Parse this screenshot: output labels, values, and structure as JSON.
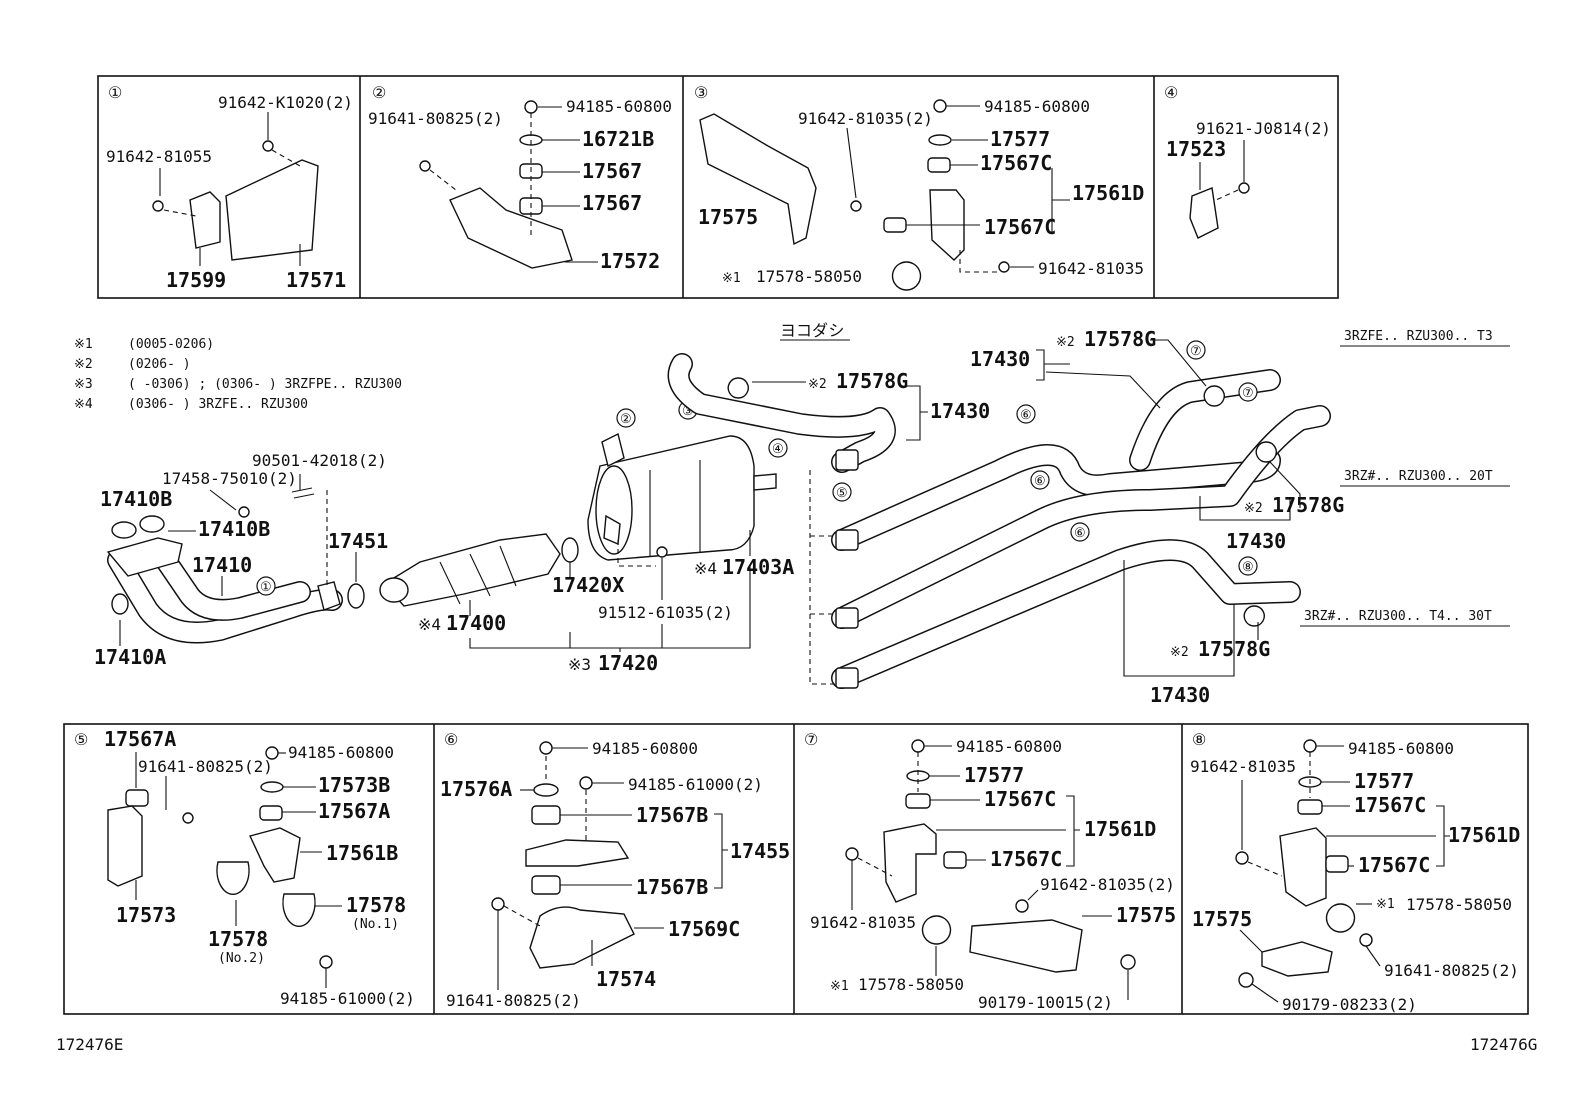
{
  "boxes": {
    "b1": {
      "num": "①",
      "labels": [
        "91642-K1020(2)",
        "91642-81055",
        "17599",
        "17571"
      ]
    },
    "b2": {
      "num": "②",
      "labels": [
        "91641-80825(2)",
        "94185-60800",
        "16721B",
        "17567",
        "17567",
        "17572"
      ]
    },
    "b3": {
      "num": "③",
      "labels": [
        "91642-81035(2)",
        "94185-60800",
        "17577",
        "17567C",
        "17561D",
        "17567C",
        "17575",
        "17578-58050",
        "91642-81035"
      ],
      "note": "※1"
    },
    "b4": {
      "num": "④",
      "labels": [
        "91621-J0814(2)",
        "17523"
      ]
    },
    "b5": {
      "num": "⑤",
      "labels": [
        "17567A",
        "94185-60800",
        "91641-80825(2)",
        "17573B",
        "17567A",
        "17561B",
        "17573",
        "17578",
        "(No.1)",
        "17578",
        "(No.2)",
        "94185-61000(2)"
      ]
    },
    "b6": {
      "num": "⑥",
      "labels": [
        "94185-60800",
        "17576A",
        "94185-61000(2)",
        "17567B",
        "17455",
        "17567B",
        "17569C",
        "17574",
        "91641-80825(2)"
      ]
    },
    "b7": {
      "num": "⑦",
      "labels": [
        "94185-60800",
        "17577",
        "17567C",
        "17561D",
        "17567C",
        "91642-81035(2)",
        "91642-81035",
        "17575",
        "17578-58050",
        "90179-10015(2)"
      ],
      "note": "※1"
    },
    "b8": {
      "num": "⑧",
      "labels": [
        "94185-60800",
        "91642-81035",
        "17577",
        "17567C",
        "17561D",
        "17567C",
        "17578-58050",
        "17575",
        "91641-80825(2)",
        "90179-08233(2)"
      ],
      "note": "※1"
    }
  },
  "notes": [
    {
      "mark": "※1",
      "text": "(0005-0206)"
    },
    {
      "mark": "※2",
      "text": "(0206-     )"
    },
    {
      "mark": "※3",
      "text": "(     -0306) ; (0306-     ) 3RZFPE.. RZU300"
    },
    {
      "mark": "※4",
      "text": "(0306-     ) 3RZFE.. RZU300"
    }
  ],
  "main": {
    "yokodashi": "ヨコダシ",
    "labels": {
      "p90501": "90501-42018(2)",
      "p17458": "17458-75010(2)",
      "p17410B_1": "17410B",
      "p17410B_2": "17410B",
      "p17410": "17410",
      "p17410A": "17410A",
      "p17451": "17451",
      "p17400": "17400",
      "p17420X": "17420X",
      "p91512": "91512-61035(2)",
      "p17403A": "17403A",
      "p17420": "17420",
      "p17578G_a": "17578G",
      "p17430_a": "17430",
      "p17430_b": "17430",
      "p17578G_b": "17578G",
      "p17578G_c": "17578G",
      "p17430_c": "17430",
      "p17578G_d": "17578G",
      "p17430_d": "17430"
    },
    "marks": {
      "x1": "※1",
      "x2": "※2",
      "x3": "※3",
      "x4": "※4"
    },
    "circled": [
      "①",
      "②",
      "③",
      "④",
      "⑤",
      "⑥",
      "⑦",
      "⑧"
    ],
    "variants": {
      "v1": "3RZFE.. RZU300.. T3",
      "v2": "3RZ#.. RZU300.. 20T",
      "v3": "3RZ#.. RZU300.. T4.. 30T"
    }
  },
  "codes": {
    "left": "172476E",
    "right": "172476G"
  }
}
